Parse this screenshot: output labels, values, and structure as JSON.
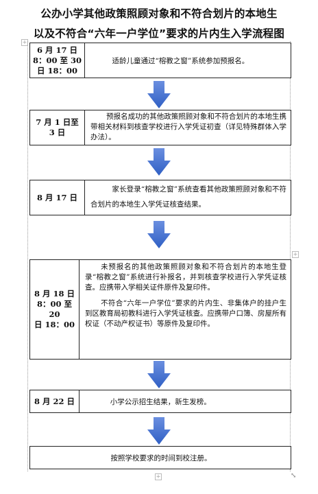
{
  "title": {
    "line1": "公办小学其他政策照顾对象和不符合划片的本地生",
    "line2": "以及不符合“六年一户学位”要求的片内生入学流程图"
  },
  "steps": [
    {
      "date_lines": [
        "6 月 17 日",
        "8：00 至 30",
        "日 18：00"
      ],
      "paragraphs": [
        "适龄儿童通过“榕教之窗”系统参加预报名。"
      ]
    },
    {
      "date_lines": [
        "7 月 1 日至",
        "3 日"
      ],
      "paragraphs": [
        "预报名成功的其他政策照顾对象和不符合划片的本地生携带相关材料到核查学校进行入学凭证初查（详见特殊群体入学办法）。"
      ]
    },
    {
      "date_lines": [
        "8 月 17 日"
      ],
      "paragraphs": [
        "家长登录“榕教之窗”系统查看其他政策照顾对象和不符合划片的本地生入学凭证核查结果。"
      ]
    },
    {
      "date_lines": [
        "8 月 18 日",
        "8：00 至 20",
        "日 18：00"
      ],
      "paragraphs": [
        "未预报名的其他政策照顾对象和不符合划片的本地生登录“榕教之窗”系统进行补报名，并到核查学校进行入学凭证核查。应携带入学相关证件原件及复印件。",
        "不符合“六年一户学位”要求的片内生、非集体户的挂户生到区教育局初教科进行入学凭证核查。应携带户口簿、房屋所有权证（不动产权证书）等原件及复印件。"
      ]
    },
    {
      "date_lines": [
        "8 月 22 日"
      ],
      "paragraphs": [
        "小学公示招生结果，新生发榜。"
      ]
    },
    {
      "date_lines": [],
      "paragraphs": [
        "按照学校要求的时间到校注册。"
      ]
    }
  ],
  "colors": {
    "arrow_top": "#5b7fd4",
    "arrow_bottom": "#2f5fc4",
    "border": "#222222"
  },
  "icons": {
    "arrow": "down-arrow-icon",
    "move": "move-handle-icon",
    "add": "add-row-icon",
    "resize": "resize-handle-icon"
  }
}
